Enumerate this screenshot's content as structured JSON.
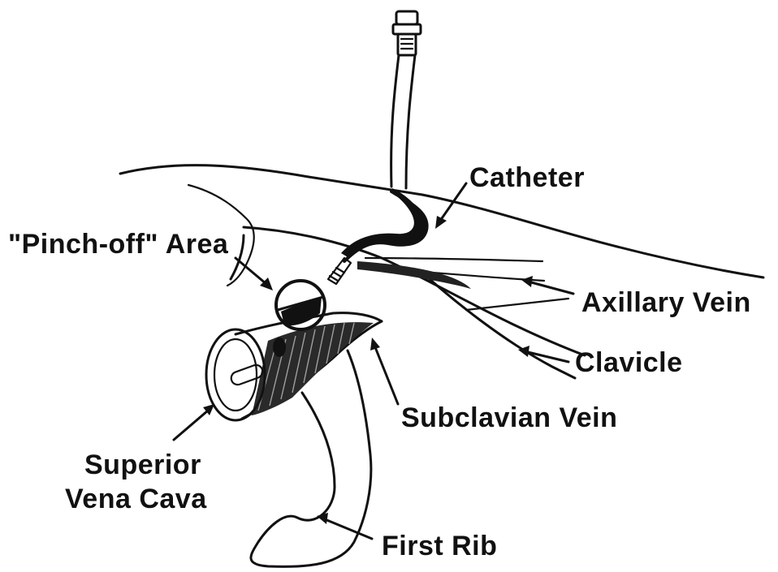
{
  "labels": {
    "catheter": "Catheter",
    "pinch_off": "\"Pinch-off\" Area",
    "axillary_vein": "Axillary Vein",
    "clavicle": "Clavicle",
    "subclavian_vein": "Subclavian Vein",
    "svc_line1": "Superior",
    "svc_line2": "Vena Cava",
    "first_rib": "First Rib"
  }
}
